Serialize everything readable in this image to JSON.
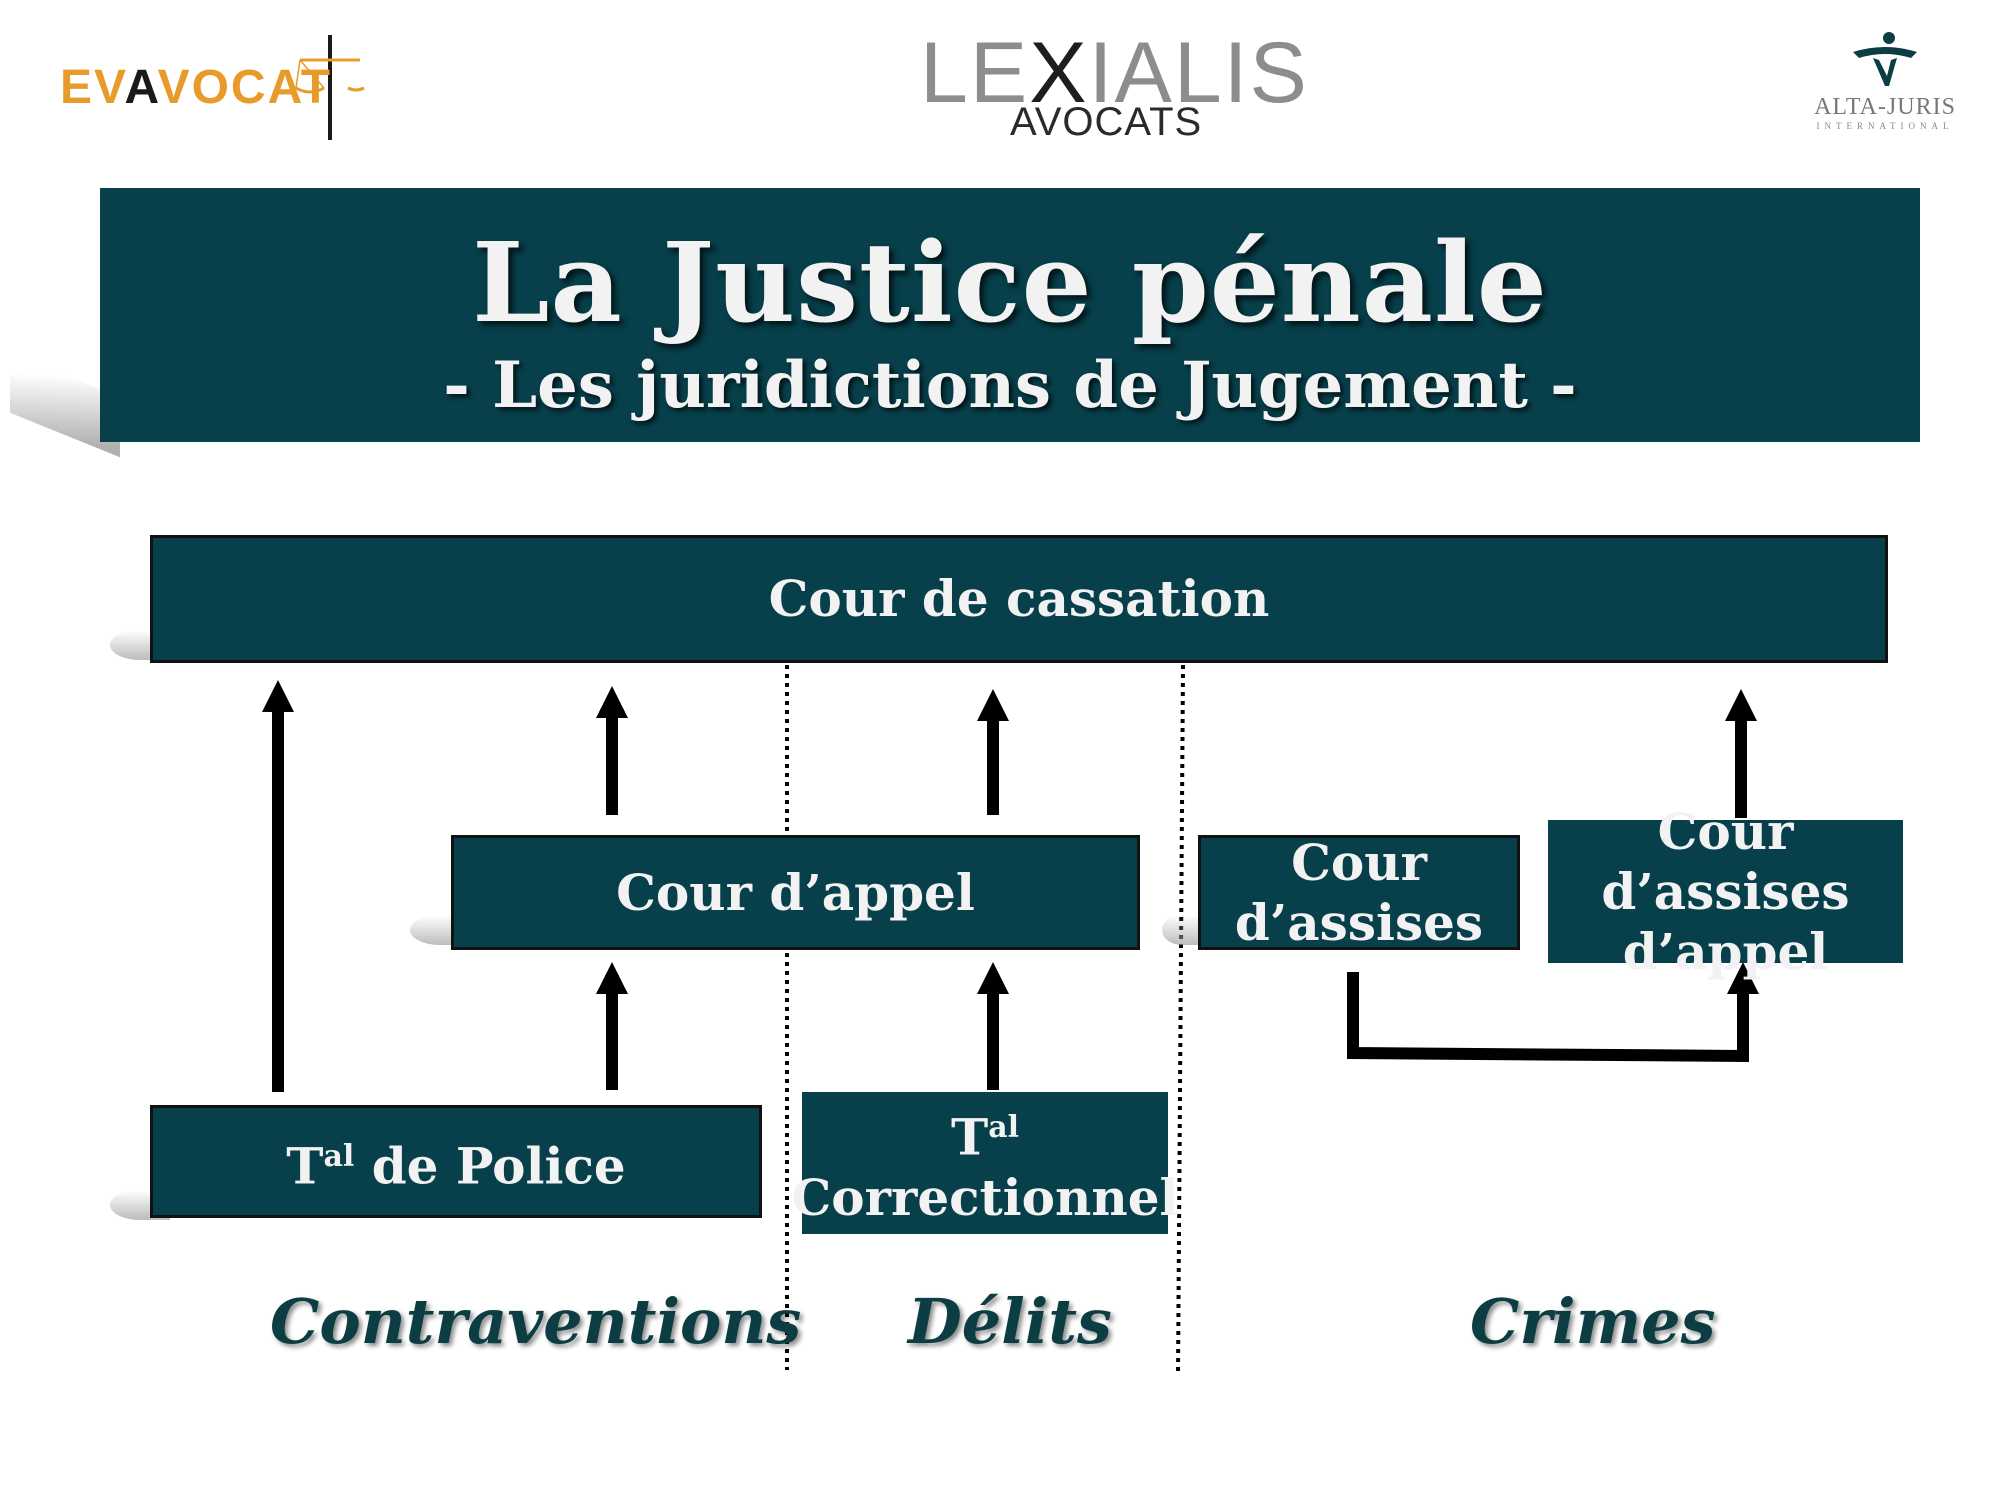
{
  "logos": {
    "eva": {
      "part1": "EV",
      "part2": "A",
      "part3": "VOCAT"
    },
    "lexialis": {
      "pre": "LE",
      "x": "X",
      "post": "IALIS",
      "sub": "AVOCATS"
    },
    "alta": {
      "name": "ALTA-JURIS",
      "sub": "INTERNATIONAL"
    }
  },
  "header": {
    "title": "La Justice pénale",
    "subtitle": "- Les juridictions de Jugement -"
  },
  "courts": {
    "cassation": "Cour de cassation",
    "appel": "Cour d’appel",
    "assises": "Cour d’assises",
    "assises_appel_line1": "Cour d’assises",
    "assises_appel_line2": "d’appel",
    "police_t": "T",
    "police_sup": "al",
    "police_rest": " de Police",
    "correctionnel_t": "T",
    "correctionnel_sup": "al",
    "correctionnel_rest": "Correctionnel"
  },
  "categories": {
    "contraventions": "Contraventions",
    "delits": "Délits",
    "crimes": "Crimes"
  },
  "colors": {
    "box_fill": "#073f4a",
    "box_text": "#f2f2f2",
    "arrow": "#000000",
    "category_text": "#0c3d42",
    "eva_orange": "#e89b2b"
  }
}
